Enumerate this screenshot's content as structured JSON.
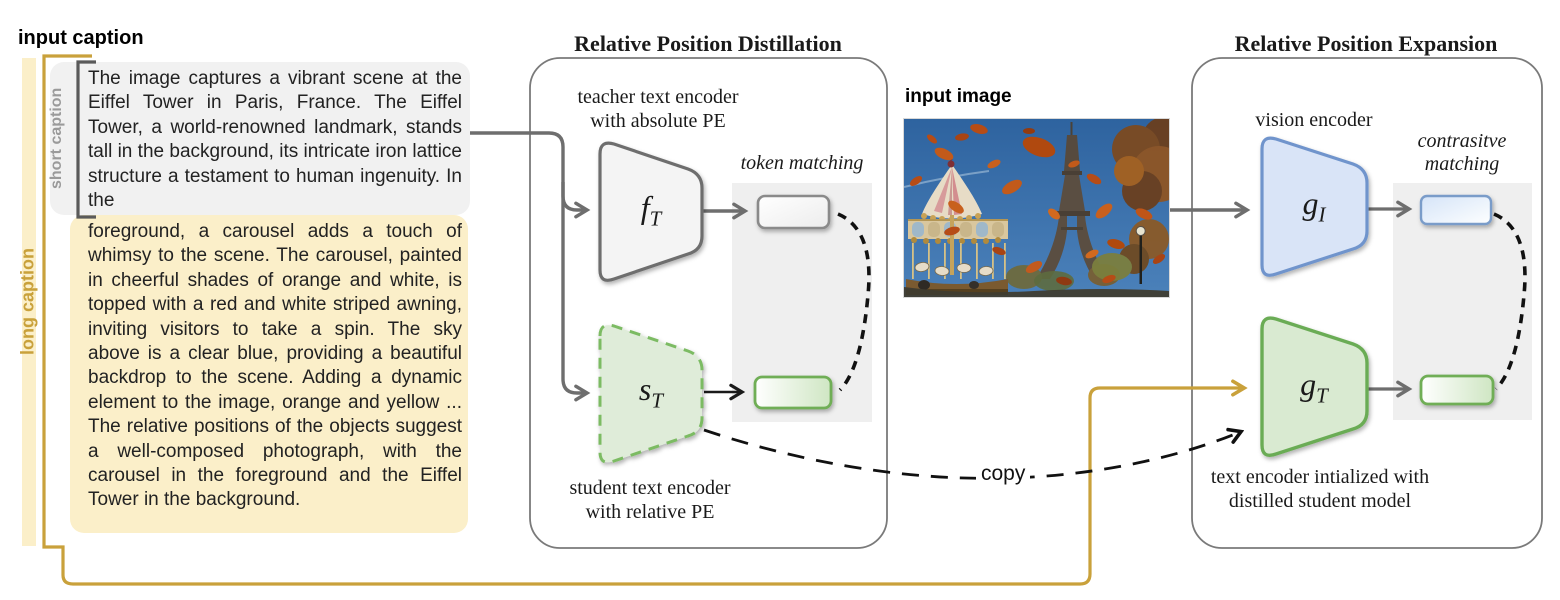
{
  "header": {
    "input_caption_label": "input caption",
    "input_image_label": "input image"
  },
  "caption": {
    "short_label": "short caption",
    "long_label": "long caption",
    "short_text": "The image captures a vibrant scene at the Eiffel Tower in Paris, France. The Eiffel Tower, a world-renowned landmark, stands tall in the background, its intricate iron lattice structure a testament to human ingenuity. In the",
    "long_text": "foreground, a carousel adds a touch of whimsy to the scene. The carousel, painted in cheerful shades of orange and white, is topped with a red and white striped awning, inviting visitors to take a spin. The sky above is a clear blue, providing a beautiful backdrop to the scene. Adding a dynamic element to the image, orange and yellow ... The relative positions of the objects suggest a well-composed photograph, with the carousel in the foreground and the Eiffel Tower in the background."
  },
  "distillation": {
    "title": "Relative Position Distillation",
    "teacher_label_line1": "teacher text encoder",
    "teacher_label_line2": "with absolute PE",
    "teacher_symbol": "f",
    "teacher_symbol_sub": "T",
    "token_matching_label": "token matching",
    "student_symbol": "s",
    "student_symbol_sub": "T",
    "student_label_line1": "student text encoder",
    "student_label_line2": "with relative PE"
  },
  "expansion": {
    "title": "Relative Position Expansion",
    "vision_label": "vision encoder",
    "vision_symbol": "g",
    "vision_symbol_sub": "I",
    "contrastive_label_line1": "contrasitve",
    "contrastive_label_line2": "matching",
    "text_symbol": "g",
    "text_symbol_sub": "T",
    "text_label_line1": "text encoder intialized with",
    "text_label_line2": "distilled student model"
  },
  "connectors": {
    "copy_label": "copy"
  },
  "colors": {
    "long_caption_fill": "#FBEFC9",
    "caption_accent": "#C9A13B",
    "short_caption_fill": "#F1F1F1",
    "teacher_gray": "#6E6E6E",
    "student_green": "#6FAE57",
    "vision_blue": "#7A9CC9",
    "match_box_gray": "#EFEFEF"
  }
}
